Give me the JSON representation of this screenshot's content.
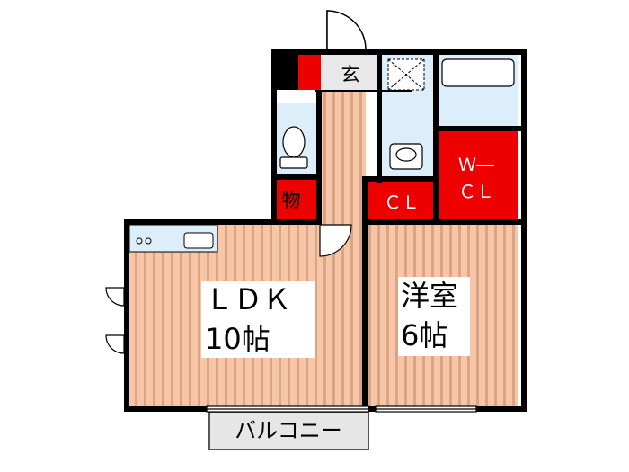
{
  "rooms": {
    "ldk": {
      "name": "ＬＤＫ",
      "size": "10帖"
    },
    "western": {
      "name": "洋室",
      "size": "6帖"
    },
    "entrance": "玄",
    "storage": "物",
    "closet": "ＣＬ",
    "walk_in_closet": {
      "line1": "Ｗ―",
      "line2": "ＣＬ"
    },
    "balcony": "バルコニー"
  },
  "colors": {
    "floor_wood": "#f6c6a6",
    "floor_stripe": "#d9a586",
    "wet_area": "#dbeefa",
    "storage_red": "#ee0000",
    "wall": "#000000",
    "balcony": "#e6e6e6"
  }
}
